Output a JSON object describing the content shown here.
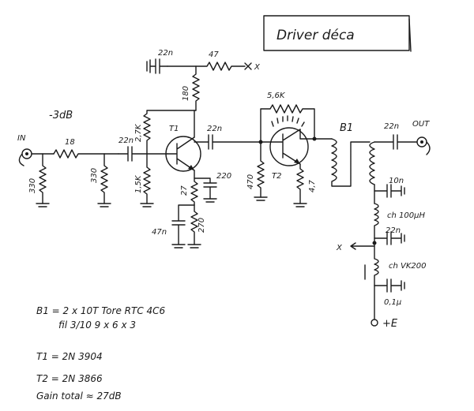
{
  "title": "Driver déca",
  "attenuator": {
    "label": "-3dB",
    "in_label": "IN",
    "r_in_shunt": "330",
    "r_series": "18",
    "r_out_shunt": "330"
  },
  "stage1": {
    "c_coupling_in": "22n",
    "r_bias_top": "2,7K",
    "r_bias_bottom": "1,5K",
    "transistor": "T1",
    "r_collector": "180",
    "r_supply_series": "47",
    "c_supply_decoupling": "22n",
    "supply_node": "X",
    "r_emitter_1": "27",
    "r_emitter_2": "270",
    "c_emitter": "47n",
    "c_collector_gnd": "220",
    "c_coupling_out": "22n"
  },
  "stage2": {
    "r_feedback": "5,6K",
    "r_base": "470",
    "transistor": "T2",
    "r_emitter": "4,7"
  },
  "output": {
    "transformer": "B1",
    "c_out": "22n",
    "out_label": "OUT",
    "c_decoupling_1": "10n",
    "choke_1": "ch 100µH",
    "c_decoupling_2": "22n",
    "x_label": "X",
    "choke_2": "ch VK200",
    "c_decoupling_3": "0,1µ",
    "supply_label": "+E"
  },
  "notes": {
    "b1_line1": "B1 = 2 x 10T  Tore RTC 4C6",
    "b1_line2": "fil 3/10    9 x 6 x 3",
    "t1": "T1 = 2N 3904",
    "t2": "T2 = 2N 3866",
    "gain": "Gain total ≈ 27dB"
  }
}
